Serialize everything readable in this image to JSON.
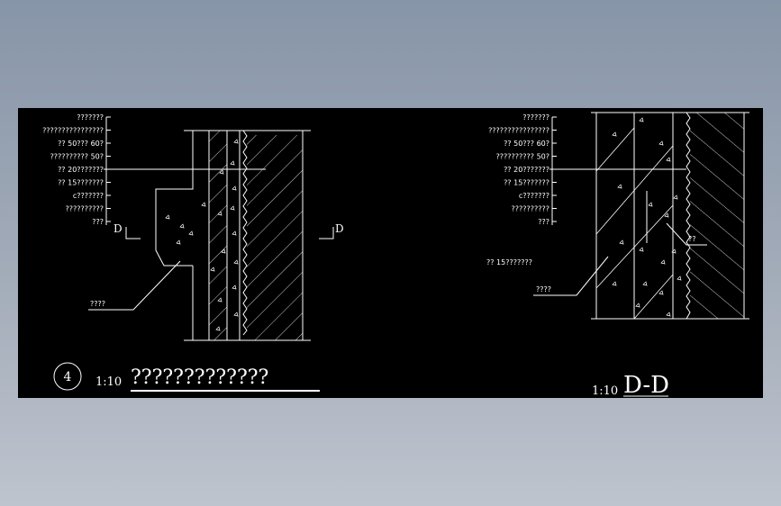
{
  "left_detail": {
    "layer_labels": [
      "???????",
      "????????????????",
      "?? 50??? 60?",
      "??????????   50?",
      "?? 20???????",
      "?? 15???????",
      "c???????",
      "??????????",
      "???"
    ],
    "section_mark_left": "D",
    "section_mark_right": "D",
    "callout": "????",
    "detail_number": "4",
    "scale": "1:10",
    "title": "?????????????"
  },
  "right_detail": {
    "layer_labels": [
      "???????",
      "????????????????",
      "?? 50??? 60?",
      "??????????   50?",
      "?? 20???????",
      "?? 15???????",
      "c???????",
      "??????????",
      "???"
    ],
    "side_label": "?? 15???????",
    "callout": "????",
    "angle_note": "??",
    "scale": "1:10",
    "title": "D-D"
  },
  "colors": {
    "background": "#000000",
    "linework": "#ffffff"
  }
}
